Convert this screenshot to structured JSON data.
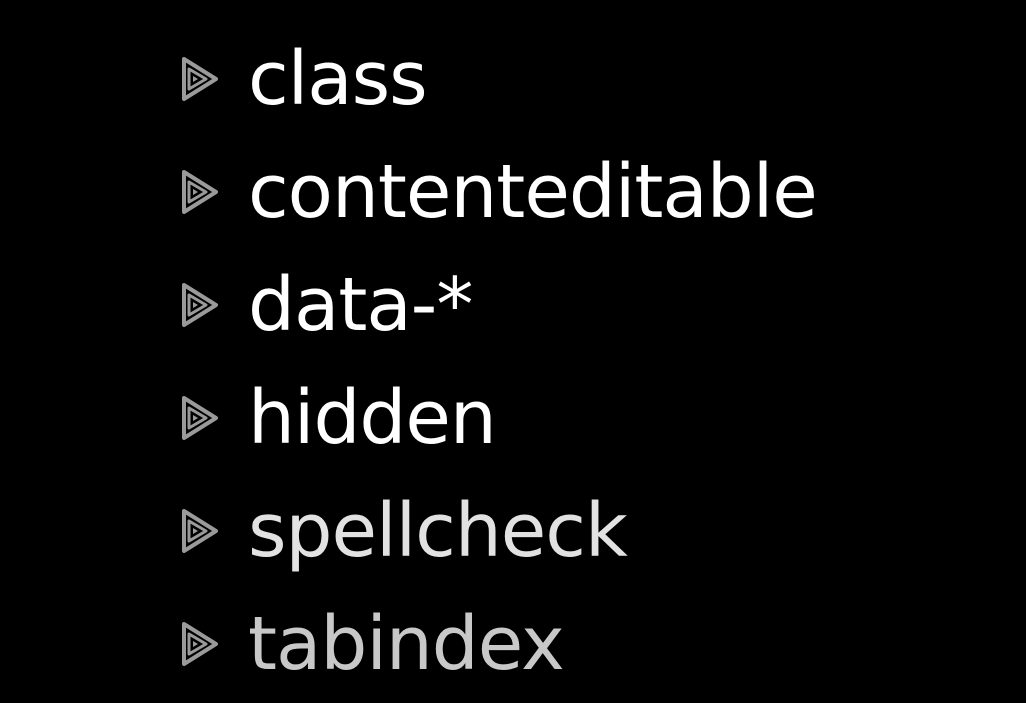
{
  "slide": {
    "background": "#000000",
    "items": [
      {
        "label": "class",
        "color": "#ffffff"
      },
      {
        "label": "contenteditable",
        "color": "#ffffff"
      },
      {
        "label": "data-*",
        "color": "#ffffff"
      },
      {
        "label": "hidden",
        "color": "#ffffff"
      },
      {
        "label": "spellcheck",
        "color": "#e2e2e2"
      },
      {
        "label": "tabindex",
        "color": "#c8c8c8"
      }
    ],
    "bullet_icon": "triangle-play-icon",
    "bullet_color": "#9a9a9a"
  }
}
